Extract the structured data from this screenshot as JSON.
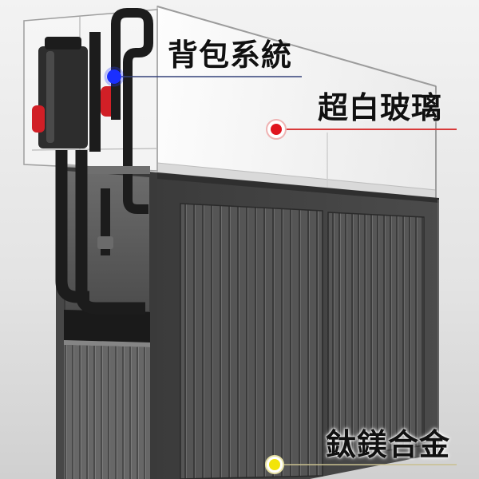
{
  "callouts": [
    {
      "label": "背包系統",
      "dot_color": "#1a2fff",
      "line_color": "#34427a"
    },
    {
      "label": "超白玻璃",
      "dot_color": "#e0141e",
      "line_color": "#d83a3a"
    },
    {
      "label": "鈦鎂合金",
      "dot_color": "#f2e40a",
      "line_color": "#c9c08f"
    }
  ],
  "colors": {
    "valve": "#d11f26",
    "pipe": "#1c1c1c"
  }
}
